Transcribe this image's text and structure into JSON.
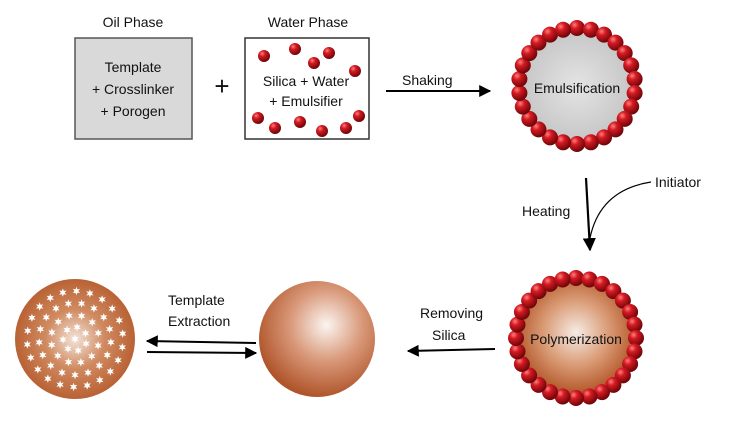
{
  "oil_phase": {
    "title": "Oil Phase",
    "lines": [
      "Template",
      "+ Crosslinker",
      "+ Porogen"
    ]
  },
  "plus_sign": "+",
  "water_phase": {
    "title": "Water Phase",
    "lines": [
      "Silica + Water",
      "+ Emulsifier"
    ]
  },
  "steps": {
    "shaking": "Shaking",
    "emulsification": "Emulsification",
    "initiator": "Initiator",
    "heating": "Heating",
    "polymerization": "Polymerization",
    "removing_silica": [
      "Removing",
      "Silica"
    ],
    "template_extraction": [
      "Template",
      "Extraction"
    ]
  },
  "colors": {
    "silica_bead": "#c0161c",
    "oil_box": "#d9d9d9",
    "polymer_dark": "#c0693a",
    "polymer_light": "#f6ece6",
    "arrow": "#000000"
  }
}
